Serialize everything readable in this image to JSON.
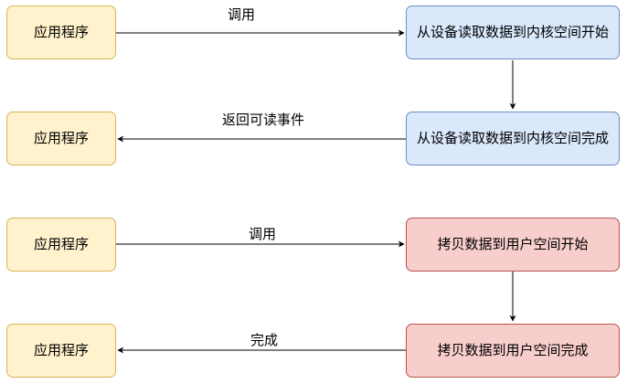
{
  "blocking_flow": {
    "app_1": "应用程序",
    "app_2": "应用程序",
    "call_label": "调用",
    "readable_event_label": "返回可读事件",
    "kernel_start": "从设备读取数据到内核空间开始",
    "kernel_done": "从设备读取数据到内核空间完成"
  },
  "copy_flow": {
    "app_3": "应用程序",
    "app_4": "应用程序",
    "call_label": "调用",
    "done_label": "完成",
    "copy_start": "拷贝数据到用户空间开始",
    "copy_done": "拷贝数据到用户空间完成"
  },
  "colors": {
    "app_fill": "#fff2cc",
    "app_stroke": "#d6b656",
    "kernel_fill": "#dae8fc",
    "kernel_stroke": "#6c8ebf",
    "user_fill": "#f8cecc",
    "user_stroke": "#b85450",
    "edge": "#000000"
  }
}
